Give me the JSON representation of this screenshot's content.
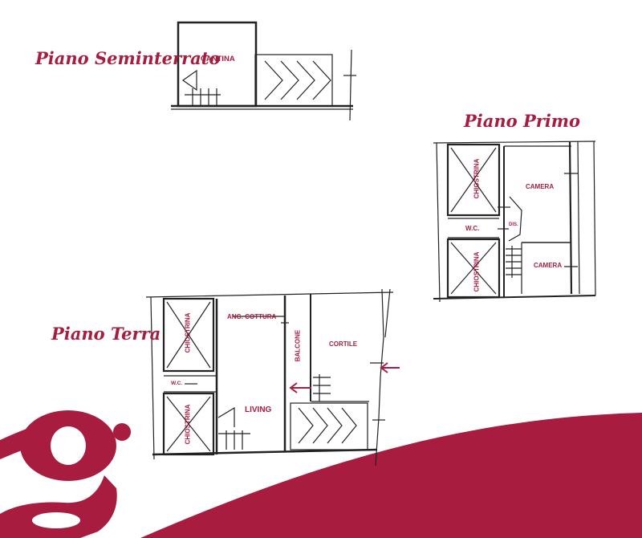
{
  "brand": {
    "primary_color": "#a81c3f",
    "wall_color": "#222222",
    "logo_letter": "g",
    "logo_icon": "g-logo-icon"
  },
  "floors": {
    "seminterrato": {
      "title": "Piano Seminterrato",
      "rooms": {
        "cantina": "CANTINA"
      }
    },
    "primo": {
      "title": "Piano Primo",
      "rooms": {
        "chiostrina_top": "CHIOSTRINA",
        "camera_top": "CAMERA",
        "wc": "W.C.",
        "dis": "DIS.",
        "chiostrina_bottom": "CHIOSTRINA",
        "camera_bottom": "CAMERA"
      }
    },
    "terra": {
      "title": "Piano Terra",
      "rooms": {
        "chiostrina_top": "CHIOSTRINA",
        "ang_cottura": "ANG. COTTURA",
        "balcone": "BALCONE",
        "cortile": "CORTILE",
        "wc": "W.C.",
        "chiostrina_bottom": "CHIOSTRINA",
        "living": "LIVING"
      }
    }
  }
}
